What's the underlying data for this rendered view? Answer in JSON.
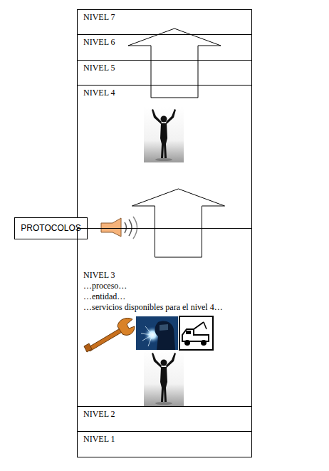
{
  "diagram": {
    "nodes": [
      {
        "text": [
          "NIVEL 7"
        ]
      },
      {
        "text": [
          "NIVEL 6"
        ]
      },
      {
        "text": [
          "NIVEL 5"
        ]
      },
      {
        "text": [
          "NIVEL 4"
        ]
      },
      {
        "text": [
          "PROTOCOLOS"
        ]
      },
      {
        "text": [
          "NIVEL 3",
          "…proceso…",
          "…entidad…",
          "…servicios disponibles para el nivel 4…"
        ]
      },
      {
        "text": [
          "NIVEL 2"
        ]
      },
      {
        "text": [
          "NIVEL 1"
        ]
      }
    ],
    "edges": [
      {
        "from": 5,
        "to": 3,
        "arrow": "to"
      },
      {
        "from": 3,
        "to": 0,
        "arrow": "to"
      }
    ]
  }
}
